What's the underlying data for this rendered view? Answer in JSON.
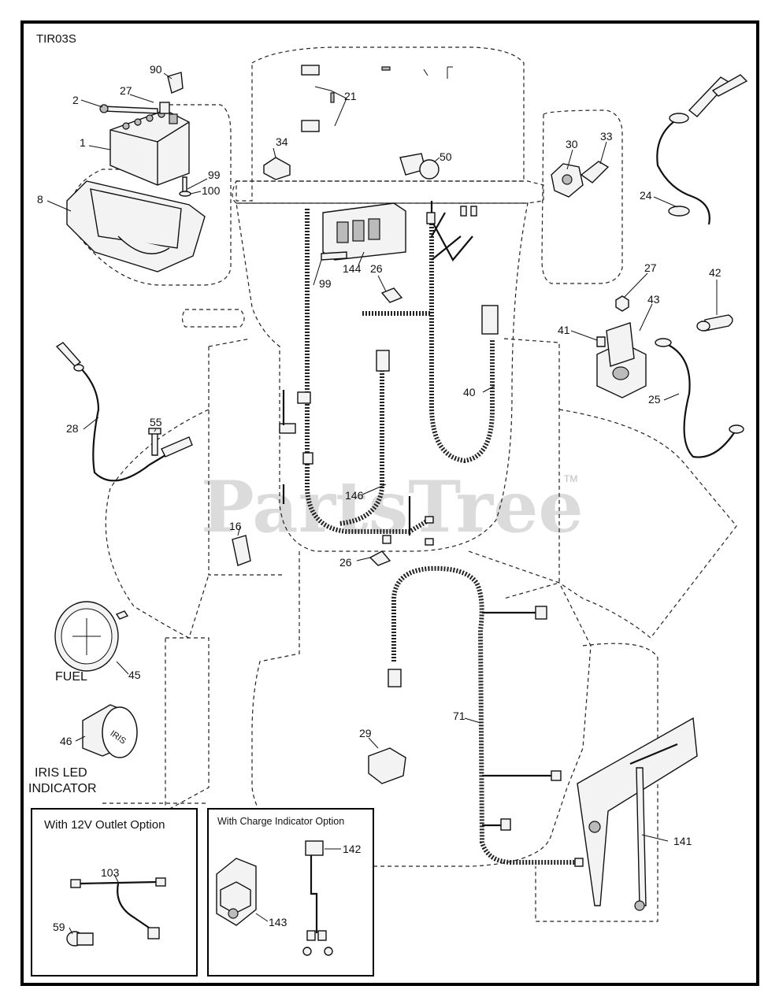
{
  "diagram_id": "TIR03S",
  "watermark": {
    "text": "PartsTree",
    "tm": "TM"
  },
  "callouts": {
    "c90": "90",
    "c27a": "27",
    "c2": "2",
    "c1": "1",
    "c99a": "99",
    "c100": "100",
    "c8": "8",
    "c21": "21",
    "c34": "34",
    "c50": "50",
    "c30": "30",
    "c33": "33",
    "c24": "24",
    "c144": "144",
    "c26a": "26",
    "c99b": "99",
    "c27b": "27",
    "c42": "42",
    "c43": "43",
    "c41": "41",
    "c40": "40",
    "c25": "25",
    "c28": "28",
    "c55": "55",
    "c146": "146",
    "c16": "16",
    "c26b": "26",
    "c45": "45",
    "c46": "46",
    "c29": "29",
    "c71": "71",
    "c141": "141",
    "c103": "103",
    "c59": "59",
    "c142": "142",
    "c143": "143"
  },
  "captions": {
    "fuel": "FUEL",
    "iris_line1": "IRIS LED",
    "iris_line2": "INDICATOR",
    "iris_face": "IRIS"
  },
  "inset_boxes": {
    "outlet_title": "With 12V Outlet Option",
    "charge_title": "With Charge Indicator Option"
  }
}
